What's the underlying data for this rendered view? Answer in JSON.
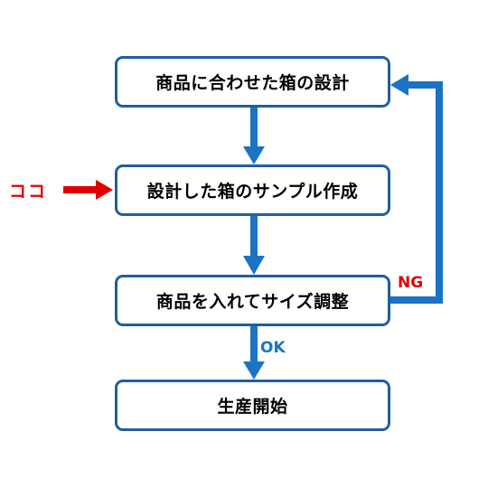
{
  "flow": {
    "steps": [
      "商品に合わせた箱の設計",
      "設計した箱のサンプル作成",
      "商品を入れてサイズ調整",
      "生産開始"
    ],
    "loop_label": "NG",
    "pass_label": "OK",
    "pointer_label": "ココ"
  },
  "colors": {
    "box_border": "#1f5f9e",
    "flow_arrow": "#1a73c4",
    "pointer_arrow": "#e00000",
    "ng_text": "#e00000",
    "ok_text": "#1a73c4"
  },
  "icons": {
    "pointer": "right-arrow-icon"
  }
}
